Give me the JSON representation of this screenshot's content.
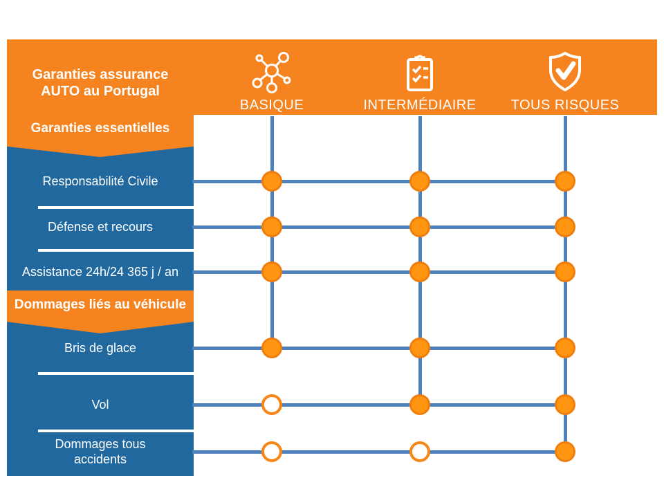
{
  "header": {
    "title_line1": "Garanties assurance",
    "title_line2": "AUTO au Portugal"
  },
  "colors": {
    "orange": "#F5831F",
    "sidebar_blue": "#20689E",
    "connector_blue": "#4F81BD",
    "dot_fill": "#FF9510",
    "dot_edge": "#EE7F0E",
    "empty_ring": "#F58617",
    "text_white": "#FFFFFF"
  },
  "chart_data": {
    "type": "table",
    "title": "Garanties assurance AUTO au Portugal",
    "legend_position": "none",
    "marker_meaning": {
      "filled_dot": "garantie incluse",
      "empty_dot": "garantie non incluse"
    },
    "columns": [
      {
        "label": "BASIQUE",
        "icon": "network-icon"
      },
      {
        "label": "INTERMÉDIAIRE",
        "icon": "clipboard-checklist-icon"
      },
      {
        "label": "TOUS RISQUES",
        "icon": "shield-check-icon"
      }
    ],
    "sections": [
      {
        "label": "Garanties essentielles",
        "rows": [
          {
            "label": "Responsabilité Civile",
            "included": [
              true,
              true,
              true
            ]
          },
          {
            "label": "Défense et recours",
            "included": [
              true,
              true,
              true
            ]
          },
          {
            "label": "Assistance 24h/24 365 j / an",
            "included": [
              true,
              true,
              true
            ]
          }
        ]
      },
      {
        "label": "Dommages liés au véhicule",
        "rows": [
          {
            "label": "Bris de glace",
            "included": [
              true,
              true,
              true
            ]
          },
          {
            "label": "Vol",
            "included": [
              false,
              true,
              true
            ]
          },
          {
            "label": "Dommages tous accidents",
            "included": [
              false,
              false,
              true
            ]
          }
        ]
      }
    ]
  }
}
